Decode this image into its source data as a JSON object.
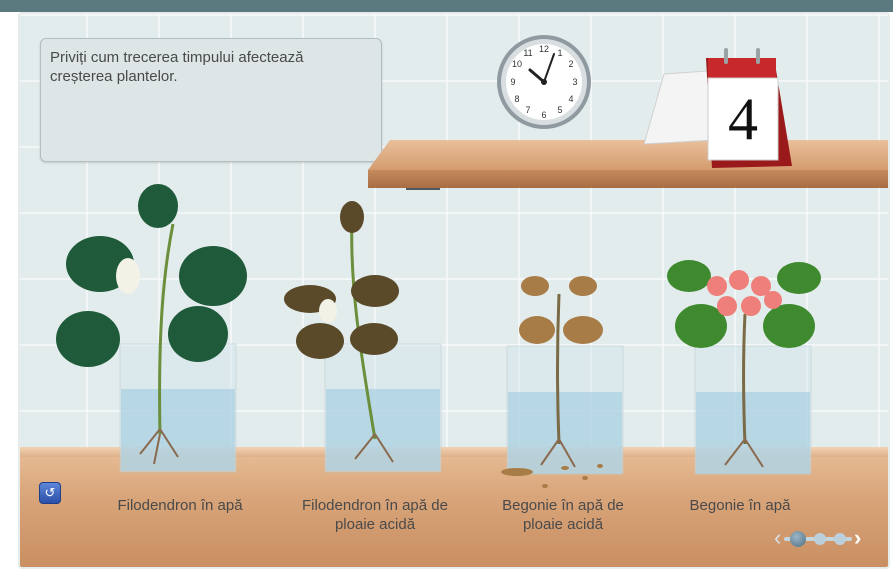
{
  "instruction": "Priviți cum trecerea timpului afectează creșterea plantelor.",
  "calendar": {
    "day": "4"
  },
  "plants": [
    {
      "label": "Filodendron în apă"
    },
    {
      "label": "Filodendron în apă de ploaie acidă"
    },
    {
      "label": "Begonie în apă de ploaie acidă"
    },
    {
      "label": "Begonie în apă"
    }
  ],
  "controls": {
    "reset_icon": "reset-icon",
    "nav": {
      "prev": "‹",
      "next": "›",
      "steps": 3,
      "active_step": 1
    }
  },
  "colors": {
    "accent": "#2a4fa8",
    "wood": "#d9a57a",
    "tile": "#e3ecec"
  }
}
